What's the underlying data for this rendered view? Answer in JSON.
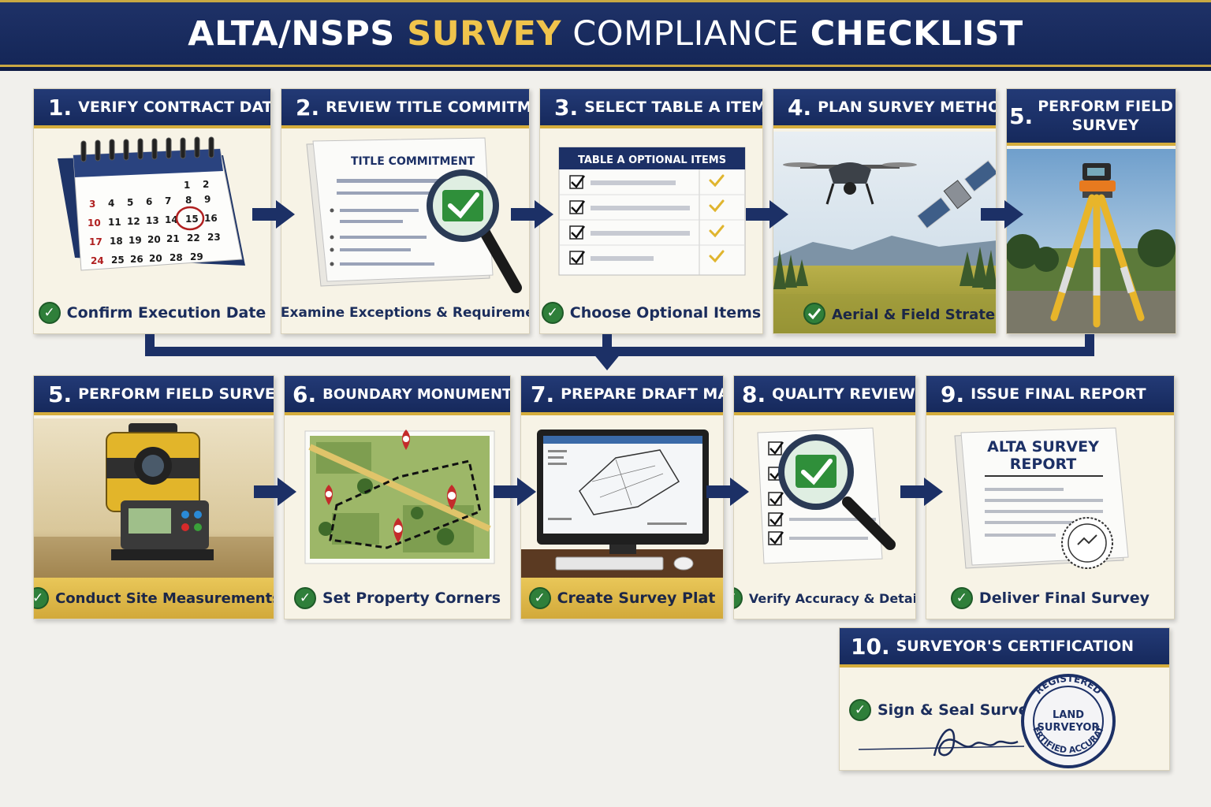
{
  "title": {
    "part1": "ALTA/NSPS ",
    "part2": "SURVEY",
    "part3": " COMPLIANCE ",
    "part4": "CHECKLIST"
  },
  "steps": [
    {
      "num": "1.",
      "title": "VERIFY CONTRACT DATE",
      "caption": "Confirm Execution Date"
    },
    {
      "num": "2.",
      "title": "REVIEW TITLE COMMITMENT",
      "caption": "Examine Exceptions & Requirements",
      "doc_title": "TITLE COMMITMENT"
    },
    {
      "num": "3.",
      "title": "SELECT TABLE A ITEMS",
      "caption": "Choose Optional Items",
      "doc_title": "TABLE A OPTIONAL ITEMS"
    },
    {
      "num": "4.",
      "title": "PLAN SURVEY METHOD",
      "caption": "Aerial & Field Strategy"
    },
    {
      "num": "5.",
      "title_line1": "PERFORM FIELD",
      "title_line2": "SURVEY"
    },
    {
      "num": "5.",
      "title": "PERFORM FIELD SURVEY",
      "caption": "Conduct Site Measurements"
    },
    {
      "num": "6.",
      "title": "BOUNDARY MONUMENTATION",
      "caption": "Set Property Corners"
    },
    {
      "num": "7.",
      "title": "PREPARE DRAFT MAP",
      "caption": "Create Survey Plat"
    },
    {
      "num": "8.",
      "title": "QUALITY REVIEW",
      "caption": "Verify Accuracy & Details"
    },
    {
      "num": "9.",
      "title": "ISSUE FINAL REPORT",
      "caption": "Deliver Final Survey",
      "doc_title_line1": "ALTA SURVEY",
      "doc_title_line2": "REPORT"
    },
    {
      "num": "10.",
      "title": "SURVEYOR'S CERTIFICATION",
      "caption": "Sign & Seal Survey",
      "seal_top": "REGISTERED",
      "seal_mid1": "LAND",
      "seal_mid2": "SURVEYOR",
      "seal_bottom": "CERTIFIED ACCURATE"
    }
  ],
  "calendar": {
    "row1": [
      "",
      "",
      "",
      "",
      "1",
      "2"
    ],
    "row2": [
      "3",
      "4",
      "5",
      "6",
      "7",
      "8",
      "9"
    ],
    "row3": [
      "10",
      "11",
      "12",
      "13",
      "14",
      "15",
      "16"
    ],
    "row4": [
      "17",
      "18",
      "19",
      "20",
      "21",
      "22",
      "23"
    ],
    "row5": [
      "24",
      "25",
      "26",
      "20",
      "28",
      "29"
    ]
  },
  "colors": {
    "navy": "#1c3066",
    "gold": "#d5ad3c",
    "check_green": "#2f7f3a"
  }
}
